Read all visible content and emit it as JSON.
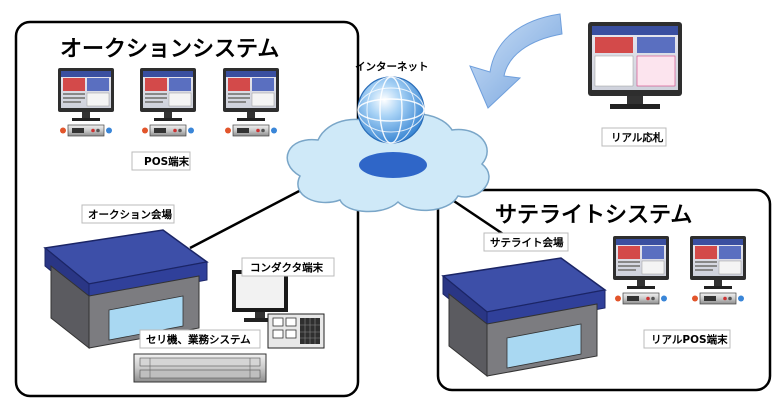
{
  "auction_system": {
    "title": "オークションシステム"
  },
  "satellite_system": {
    "title": "サテライトシステム"
  },
  "labels": {
    "pos_terminal": "POS端末",
    "auction_hall": "オークション会場",
    "conductor_terminal": "コンダクタ端末",
    "seri_machine": "セリ機、業務システム",
    "internet": "インターネット",
    "real_bid": "リアル応札",
    "satellite_hall": "サテライト会場",
    "real_pos_terminal": "リアルPOS端末"
  },
  "colors": {
    "building_roof": "#3d4fa8",
    "building_wall": "#7c7c80",
    "building_window": "#a9d8f2",
    "cloud_fill": "#cfe9f8",
    "cloud_stroke": "#7aa6c8",
    "globe": "#4f9ae0",
    "arrow": "#8fb8e8",
    "frame": "#000000"
  }
}
